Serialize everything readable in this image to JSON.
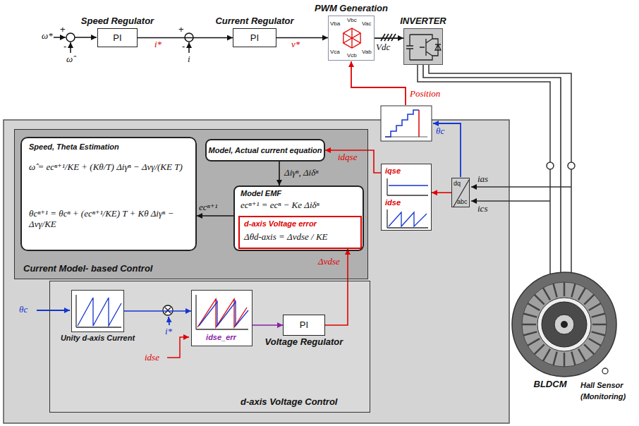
{
  "diagram": {
    "nodes": [
      {
        "text": [
          "Speed Regulator",
          "PI"
        ]
      },
      {
        "text": [
          "Current Regulator",
          "PI"
        ]
      },
      {
        "text": [
          "PWM Generation",
          "Vbc",
          "Vac",
          "Vab",
          "Vcb",
          "Vca",
          "Vba"
        ]
      },
      {
        "text": [
          "INVERTER"
        ]
      },
      {
        "text": [
          "Current Model- based Control"
        ]
      },
      {
        "text": [
          "Speed, Theta Estimation",
          "ω̂ = ecⁿ⁺¹/KE + (Kθ/T) Δiγⁿ − Δvγ/(KE T)",
          "θcⁿ⁺¹ = θcⁿ + (ecⁿ⁺¹/KE) T + Kθ Δiγⁿ − Δvγ/KE"
        ],
        "in": 4
      },
      {
        "text": [
          "Model, Actual current equation"
        ],
        "in": 4
      },
      {
        "text": [
          "Model EMF",
          "ecⁿ⁺¹ = ecⁿ − Ke Δiδⁿ"
        ],
        "in": 4
      },
      {
        "text": [
          "d-axis Voltage error",
          "Δθd-axis = Δvdse / KE"
        ],
        "in": 7
      },
      {
        "text": [
          "d-axis Voltage Control"
        ]
      },
      {
        "text": [
          "Unity d-axis Current"
        ],
        "in": 9
      },
      {
        "text": [
          "idse_err"
        ],
        "in": 9
      },
      {
        "text": [
          "PI",
          "Voltage Regulator"
        ],
        "in": 9
      },
      {
        "text": [
          "iqse",
          "idse"
        ]
      },
      {
        "text": [
          "dq",
          "abc"
        ]
      },
      {
        "text": [
          "BLDCM"
        ]
      }
    ],
    "edges": [
      {
        "from": 0,
        "to": 1,
        "label": "i*",
        "arrow": "to"
      },
      {
        "from": 1,
        "to": 2,
        "label": "v*",
        "arrow": "to"
      },
      {
        "from": 2,
        "to": 3,
        "arrow": "to"
      },
      {
        "from": 3,
        "to": 15,
        "arrow": "none"
      },
      {
        "from": 14,
        "to": 13,
        "arrow": "to"
      },
      {
        "from": 13,
        "to": 6,
        "label": "idqse",
        "arrow": "to"
      },
      {
        "from": 6,
        "to": 7,
        "label": "Δiγⁿ, Δiδⁿ",
        "arrow": "to"
      },
      {
        "from": 7,
        "to": 5,
        "label": "ecⁿ⁺¹",
        "arrow": "to"
      },
      {
        "from": 12,
        "to": 8,
        "label": "Δvdse",
        "arrow": "to"
      },
      {
        "from": 10,
        "to": 11,
        "arrow": "to"
      },
      {
        "from": 11,
        "to": 12,
        "arrow": "to"
      }
    ],
    "labels": [
      "ω*",
      "+",
      "-",
      "ω̂",
      "+",
      "-",
      "i",
      "Vdc",
      "Position",
      "θc",
      "ias",
      "ics",
      "θc",
      "i*",
      "idse",
      "Hall Sensor",
      "(Monitoring)"
    ]
  }
}
